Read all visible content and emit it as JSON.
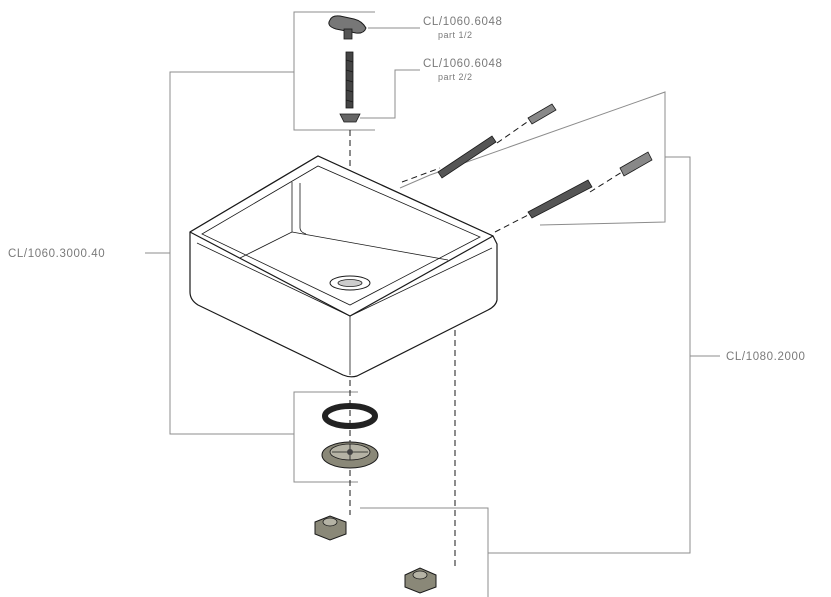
{
  "labels": {
    "cap_code": "CL/1060.6048",
    "cap_part": "part 1/2",
    "screw_code": "CL/1060.6048",
    "screw_part": "part 2/2",
    "basin_code": "CL/1060.3000.40",
    "fixing_code": "CL/1080.2000"
  },
  "colors": {
    "line": "#1a1a1a",
    "leader": "#8c8c8c",
    "text": "#7a7a7a",
    "metal": "#8a8878",
    "rubber": "#222222"
  }
}
